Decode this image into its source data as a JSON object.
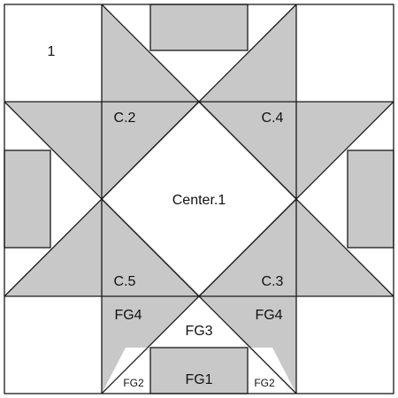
{
  "colors": {
    "background": "#ffffff",
    "shade": "#c8c8c8",
    "line": "#1a1a1a"
  },
  "labels": {
    "block_1": "1",
    "c2": "C.2",
    "c4": "C.4",
    "center": "Center.1",
    "c5": "C.5",
    "c3": "C.3",
    "fg4_left": "FG4",
    "fg4_right": "FG4",
    "fg3": "FG3",
    "fg2_left": "FG2",
    "fg1": "FG1",
    "fg2_right": "FG2"
  }
}
